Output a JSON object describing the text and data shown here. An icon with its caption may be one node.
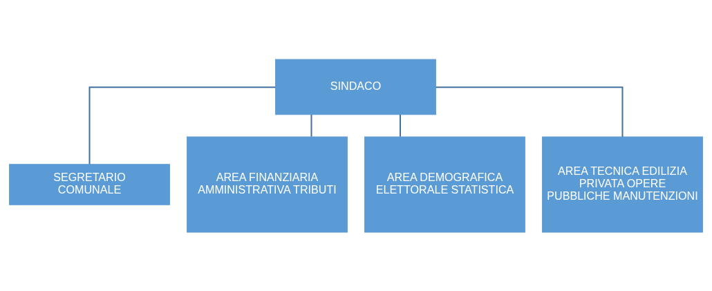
{
  "diagram": {
    "nodes": [
      {
        "text": [
          "SINDACO"
        ]
      },
      {
        "text": [
          "SEGRETARIO COMUNALE"
        ]
      },
      {
        "text": [
          "AREA FINANZIARIA AMMINISTRATIVA TRIBUTI"
        ]
      },
      {
        "text": [
          "AREA DEMOGRAFICA ELETTORALE STATISTICA"
        ]
      },
      {
        "text": [
          "AREA TECNICA EDILIZIA PRIVATA OPERE PUBBLICHE MANUTENZIONI"
        ]
      }
    ],
    "edges": [
      {
        "from": 0,
        "to": 1,
        "arrow": "none"
      },
      {
        "from": 0,
        "to": 2,
        "arrow": "none"
      },
      {
        "from": 0,
        "to": 3,
        "arrow": "none"
      },
      {
        "from": 0,
        "to": 4,
        "arrow": "none"
      }
    ]
  }
}
